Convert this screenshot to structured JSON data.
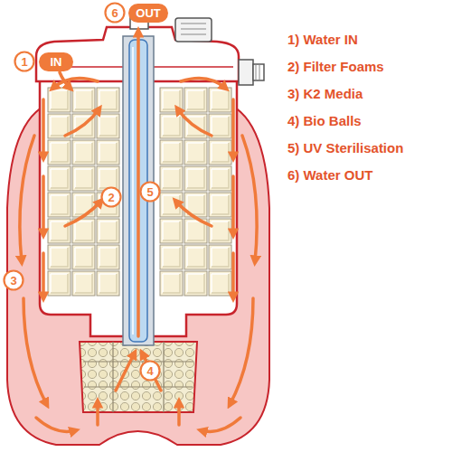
{
  "diagram": {
    "nodes": [
      {
        "text": [
          "6"
        ]
      },
      {
        "text": [
          "OUT"
        ]
      },
      {
        "text": [
          "1"
        ]
      },
      {
        "text": [
          "IN"
        ]
      },
      {
        "text": [
          "2"
        ]
      },
      {
        "text": [
          "5"
        ]
      },
      {
        "text": [
          "3"
        ]
      },
      {
        "text": [
          "4"
        ]
      }
    ],
    "labels": [
      "1) Water IN",
      "2) Filter Foams",
      "3) K2 Media",
      "4) Bio Balls",
      "5) UV Sterilisation",
      "6) Water OUT"
    ]
  }
}
